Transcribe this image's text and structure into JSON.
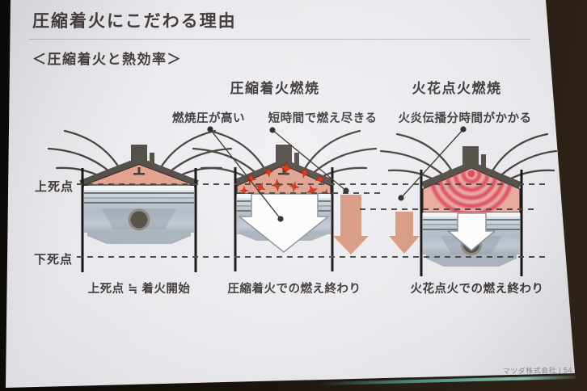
{
  "slide": {
    "title": "圧縮着火にこだわる理由",
    "section_heading": "＜圧縮着火と熱効率＞",
    "column_headers": [
      {
        "label": "圧縮着火燃焼"
      },
      {
        "label": "火花点火燃焼"
      }
    ],
    "annotations": [
      {
        "label": "燃焼圧が高い"
      },
      {
        "label": "短時間で燃え尽きる"
      },
      {
        "label": "火炎伝播分時間がかかる"
      }
    ],
    "axis_labels": {
      "top_dead_center": "上死点",
      "bottom_dead_center": "下死点"
    },
    "captions": [
      {
        "label": "上死点 ≒ 着火開始"
      },
      {
        "label": "圧縮着火での燃え終わり"
      },
      {
        "label": "火花点火での燃え終わり"
      }
    ],
    "footer": {
      "text": "マツダ株式会社 | 54"
    }
  },
  "diagram": {
    "engines": [
      {
        "name": "compression-ignition-start"
      },
      {
        "name": "compression-ignition-burn-end"
      },
      {
        "name": "spark-ignition-burn-end"
      }
    ],
    "colors": {
      "chamber_pink": "#e3a28f",
      "chamber_pink_right": "#e9ab9e",
      "spark_red": "#e23310",
      "flame_wave": "#dc4a64",
      "stroke_arrow": "#d89a84"
    }
  }
}
